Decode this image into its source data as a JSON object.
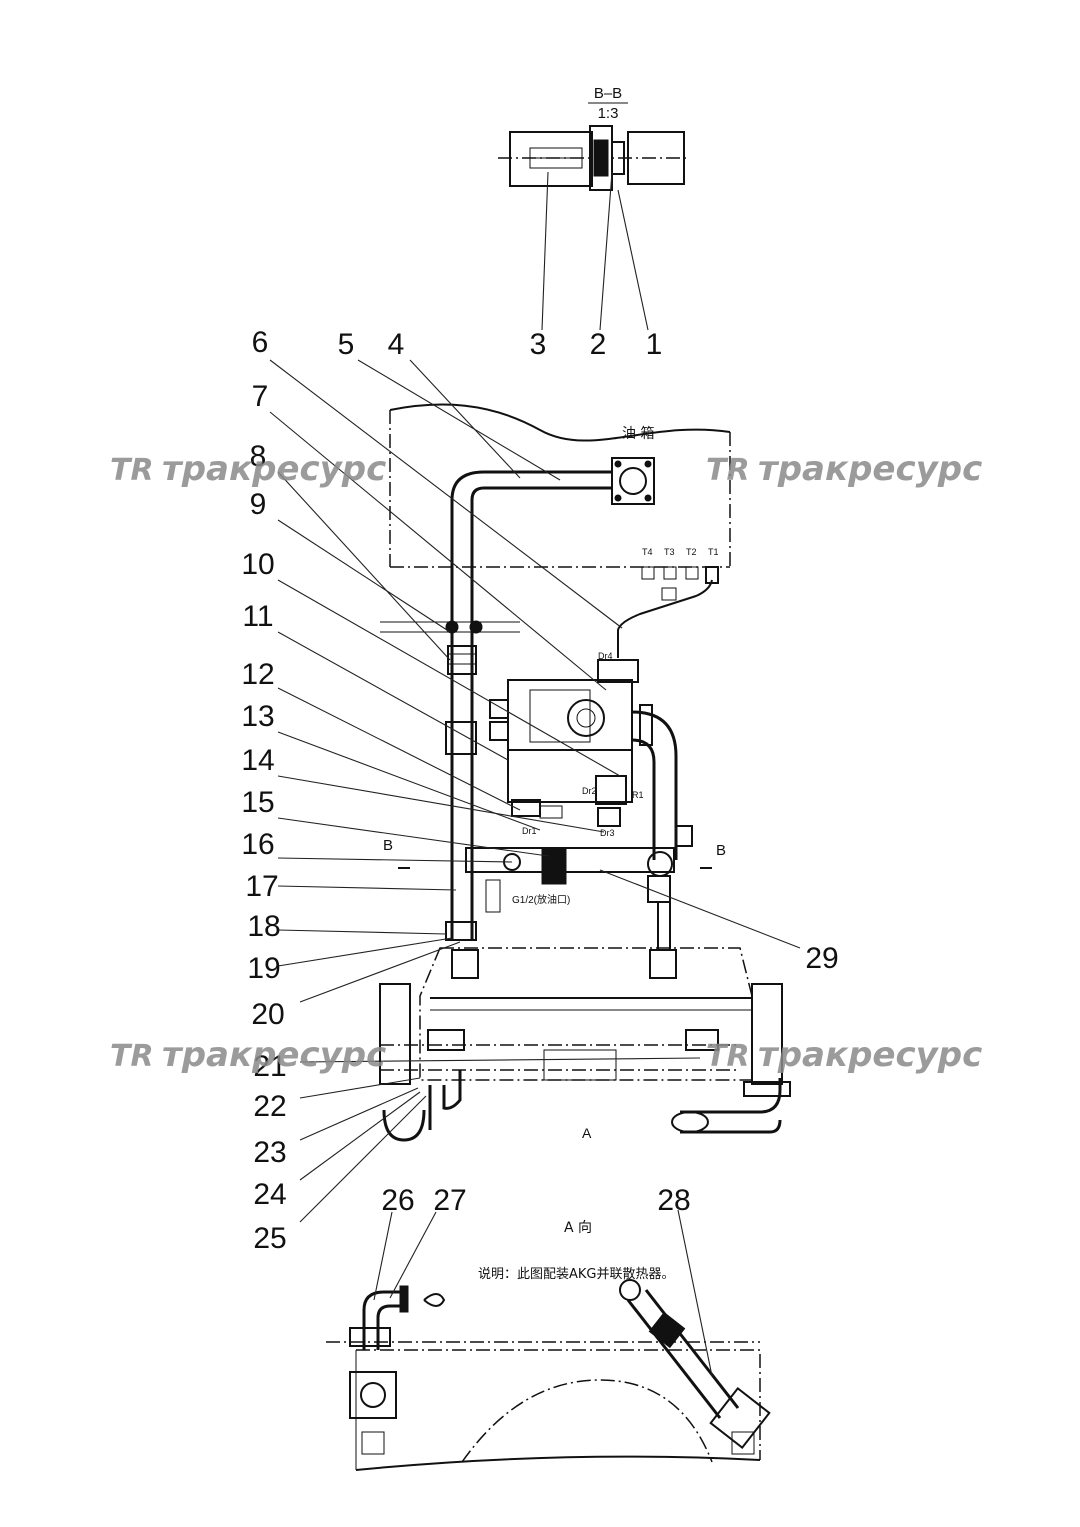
{
  "section": {
    "label": "B–B",
    "scale": "1:3"
  },
  "tank_label": "油 箱",
  "ports": [
    "T4",
    "T3",
    "T2",
    "T1"
  ],
  "valve_ports": [
    "Dr4",
    "Dr2",
    "R1",
    "Dr1",
    "Dr3"
  ],
  "section_marks": [
    "B",
    "B"
  ],
  "thread_note": "G1/2(放油口)",
  "view_marks": {
    "arrow": "A",
    "view_title": "A 向"
  },
  "note": "说明：此图配装AKG并联散热器。",
  "watermark": {
    "logo": "TR",
    "text": "тракресурс"
  },
  "callouts": [
    {
      "n": "1"
    },
    {
      "n": "2"
    },
    {
      "n": "3"
    },
    {
      "n": "4"
    },
    {
      "n": "5"
    },
    {
      "n": "6"
    },
    {
      "n": "7"
    },
    {
      "n": "8"
    },
    {
      "n": "9"
    },
    {
      "n": "10"
    },
    {
      "n": "11"
    },
    {
      "n": "12"
    },
    {
      "n": "13"
    },
    {
      "n": "14"
    },
    {
      "n": "15"
    },
    {
      "n": "16"
    },
    {
      "n": "17"
    },
    {
      "n": "18"
    },
    {
      "n": "19"
    },
    {
      "n": "20"
    },
    {
      "n": "21"
    },
    {
      "n": "22"
    },
    {
      "n": "23"
    },
    {
      "n": "24"
    },
    {
      "n": "25"
    },
    {
      "n": "26"
    },
    {
      "n": "27"
    },
    {
      "n": "28"
    },
    {
      "n": "29"
    }
  ]
}
